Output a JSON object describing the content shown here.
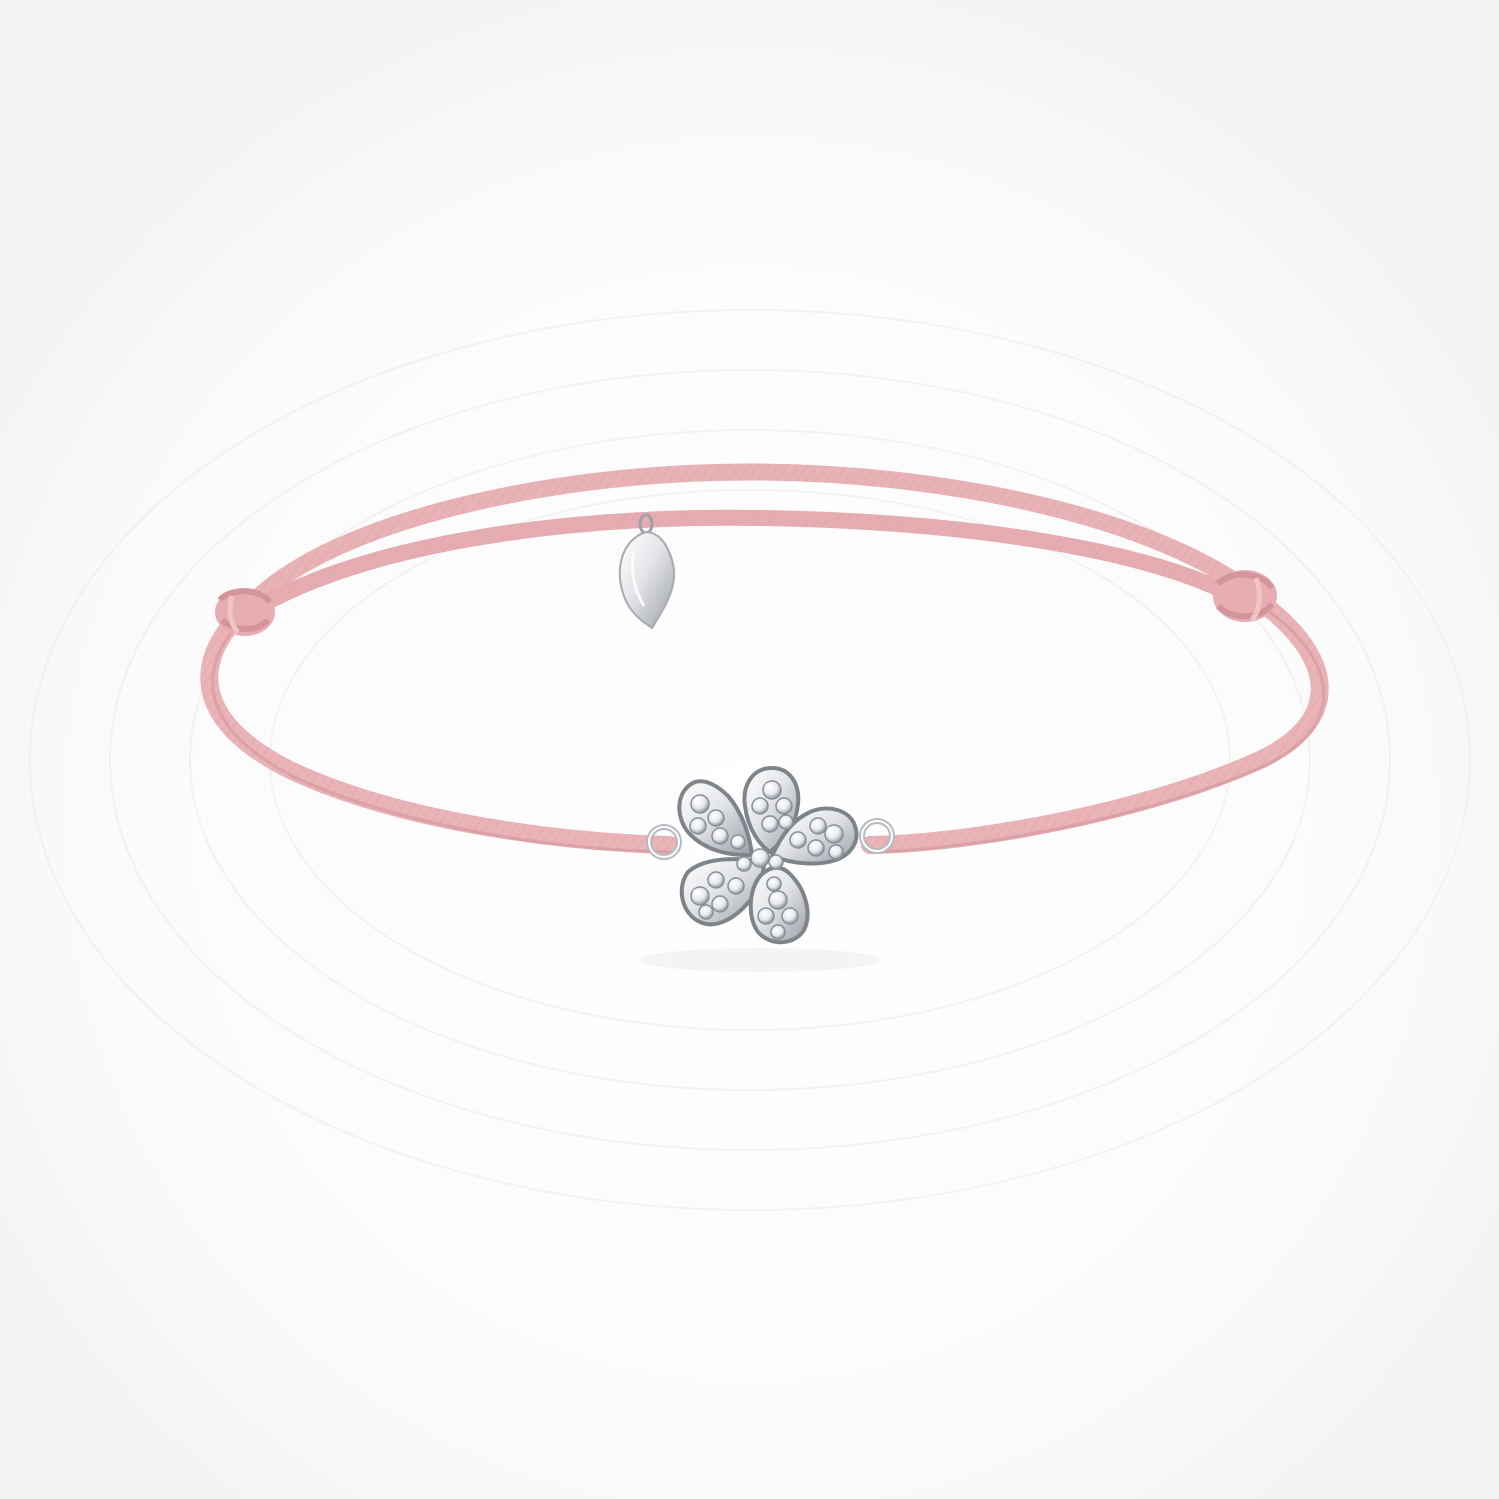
{
  "image": {
    "subject": "cord-bracelet",
    "colors": {
      "background": "#ffffff",
      "cord": "#e9b3b7",
      "cord_shadow": "#cf9096",
      "metal": "#eef0f2",
      "metal_edge": "#8d9096",
      "stone": "#f7f8fa"
    },
    "tag_engraving": "",
    "components": [
      "cord",
      "left-slip-knot",
      "right-slip-knot",
      "heart-tag",
      "flower-charm"
    ]
  }
}
